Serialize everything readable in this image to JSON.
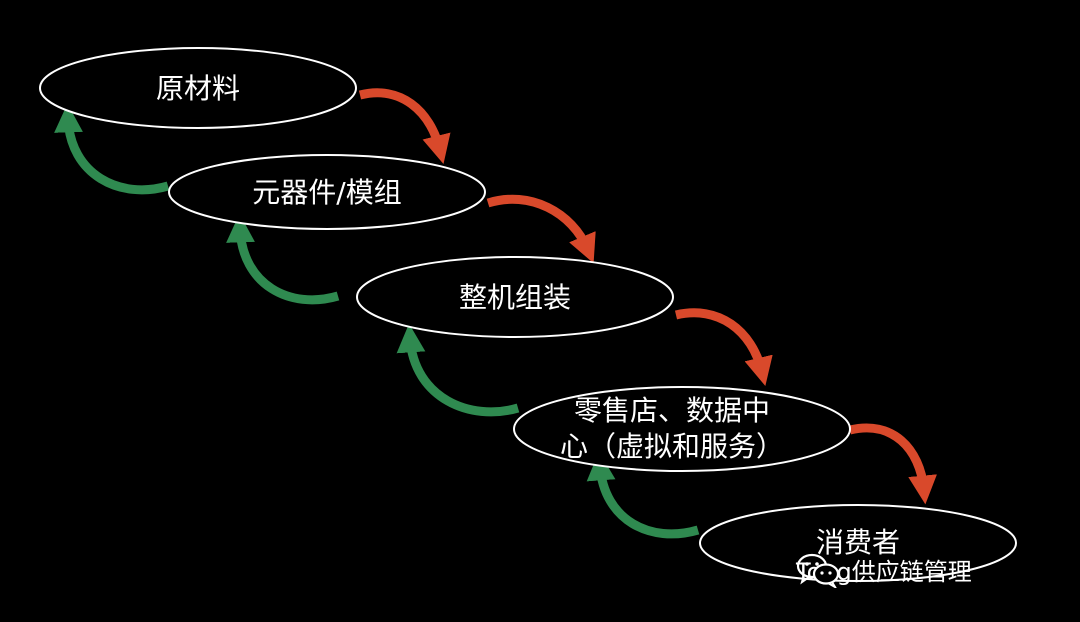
{
  "colors": {
    "background": "#000000",
    "node_fill": "#000000",
    "node_stroke": "#ffffff",
    "down_arrow": "#d9492b",
    "up_arrow": "#2f8a50",
    "text": "#ffffff"
  },
  "nodes": [
    {
      "id": "raw-materials",
      "lines": [
        "原材料"
      ]
    },
    {
      "id": "components",
      "lines": [
        "元器件/模组"
      ]
    },
    {
      "id": "assembly",
      "lines": [
        "整机组装"
      ]
    },
    {
      "id": "retail-datacenter",
      "lines": [
        "零售店、数据中",
        "心（虚拟和服务）"
      ]
    },
    {
      "id": "consumer",
      "lines": [
        "消费者"
      ]
    }
  ],
  "watermark": {
    "icon": "wechat-icon",
    "text": "Tong供应链管理"
  }
}
